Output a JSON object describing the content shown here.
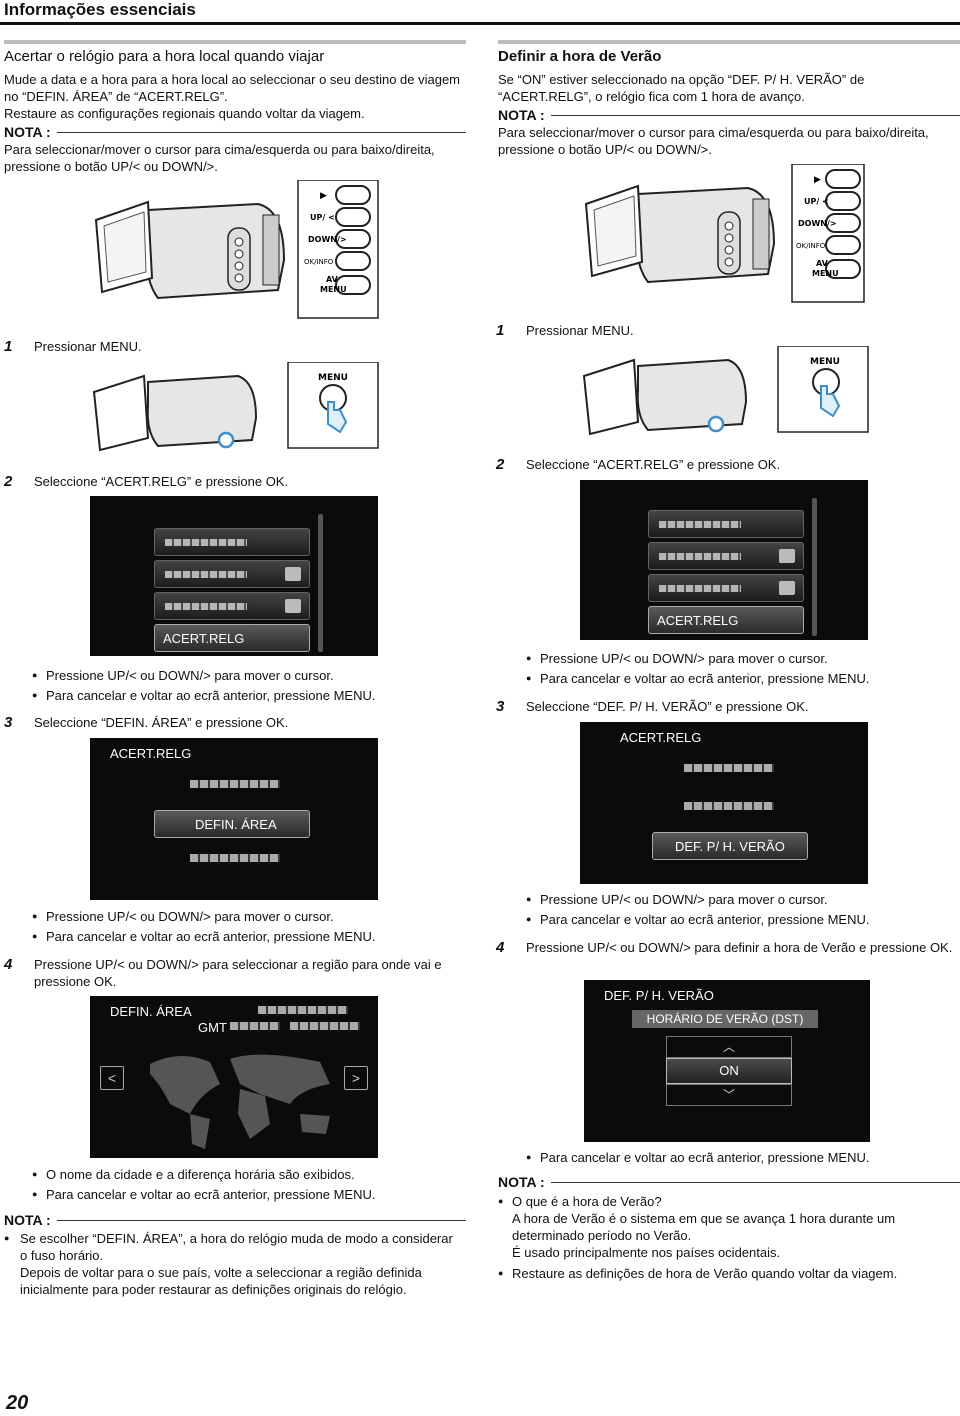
{
  "header": {
    "title": "Informações essenciais"
  },
  "left": {
    "title": "Acertar o relógio para a hora local quando viajar",
    "intro1": "Mude a data e a hora para a hora local ao seleccionar o seu destino de viagem no “DEFIN. ÁREA” de “ACERT.RELG”.",
    "intro2": "Restaure as configurações regionais quando voltar da viagem.",
    "nota_label": "NOTA :",
    "nota_text": "Para seleccionar/mover o cursor para cima/esquerda ou para baixo/direita, pressione o botão UP/< ou DOWN/>.",
    "step1": {
      "num": "1",
      "text": "Pressionar MENU."
    },
    "step2": {
      "num": "2",
      "text": "Seleccione “ACERT.RELG” e pressione OK."
    },
    "s2_screen": {
      "selected": "ACERT.RELG"
    },
    "s2_b1": "Pressione UP/< ou DOWN/> para mover o cursor.",
    "s2_b2": "Para cancelar e voltar ao ecrã anterior, pressione MENU.",
    "step3": {
      "num": "3",
      "text": "Seleccione “DEFIN. ÁREA” e pressione OK."
    },
    "s3_screen": {
      "title": "ACERT.RELG",
      "selected": "DEFIN. ÁREA"
    },
    "s3_b1": "Pressione UP/< ou DOWN/> para mover o cursor.",
    "s3_b2": "Para cancelar e voltar ao ecrã anterior, pressione MENU.",
    "step4": {
      "num": "4",
      "text": "Pressione UP/< ou DOWN/> para seleccionar a região para onde vai e pressione OK."
    },
    "s4_screen": {
      "title": "DEFIN. ÁREA",
      "gmt": "GMT"
    },
    "s4_b1": "O nome da cidade e a diferença horária são exibidos.",
    "s4_b2": "Para cancelar e voltar ao ecrã anterior, pressione MENU.",
    "nota2_label": "NOTA :",
    "nota2_b1": "Se escolher “DEFIN. ÁREA”, a hora do relógio muda de modo a considerar o fuso horário.",
    "nota2_b1b": "Depois de voltar para o sue país, volte a seleccionar a região definida inicialmente para poder restaurar as definições originais do relógio."
  },
  "right": {
    "title": "Definir a hora de Verão",
    "intro": "Se “ON” estiver seleccionado na opção “DEF. P/ H. VERÃO” de “ACERT.RELG”, o relógio fica com 1 hora de avanço.",
    "nota_label": "NOTA :",
    "nota_text": "Para seleccionar/mover o cursor para cima/esquerda ou para baixo/direita, pressione o botão UP/< ou DOWN/>.",
    "step1": {
      "num": "1",
      "text": "Pressionar MENU."
    },
    "step2": {
      "num": "2",
      "text": "Seleccione “ACERT.RELG” e pressione OK."
    },
    "s2_screen": {
      "selected": "ACERT.RELG"
    },
    "s2_b1": "Pressione UP/< ou DOWN/> para mover o cursor.",
    "s2_b2": "Para cancelar e voltar ao ecrã anterior, pressione MENU.",
    "step3": {
      "num": "3",
      "text": "Seleccione “DEF. P/ H. VERÃO” e pressione OK."
    },
    "s3_screen": {
      "title": "ACERT.RELG",
      "selected": "DEF. P/ H. VERÃO"
    },
    "s3_b1": "Pressione UP/< ou DOWN/> para mover o cursor.",
    "s3_b2": "Para cancelar e voltar ao ecrã anterior, pressione MENU.",
    "step4": {
      "num": "4",
      "text": "Pressione UP/< ou DOWN/> para definir a hora de Verão e pressione OK."
    },
    "s4_screen": {
      "title": "DEF. P/ H. VERÃO",
      "subtitle": "HORÁRIO DE VERÃO (DST)",
      "value": "ON"
    },
    "s4_b1": "Para cancelar e voltar ao ecrã anterior, pressione MENU.",
    "nota2_label": "NOTA :",
    "nota2_b1": "O que é a hora de Verão?",
    "nota2_b1b": "A hora de Verão é o sistema em que se avança 1 hora durante um determinado período no Verão.",
    "nota2_b1c": "É usado principalmente nos países ocidentais.",
    "nota2_b2": "Restaure as definições de hora de Verão quando voltar da viagem."
  },
  "buttons": {
    "play": "▶",
    "up": "UP/ <",
    "down": "DOWN/>",
    "ok": "OK/INFO",
    "av": "AV",
    "menu": "MENU"
  },
  "page_number": "20"
}
